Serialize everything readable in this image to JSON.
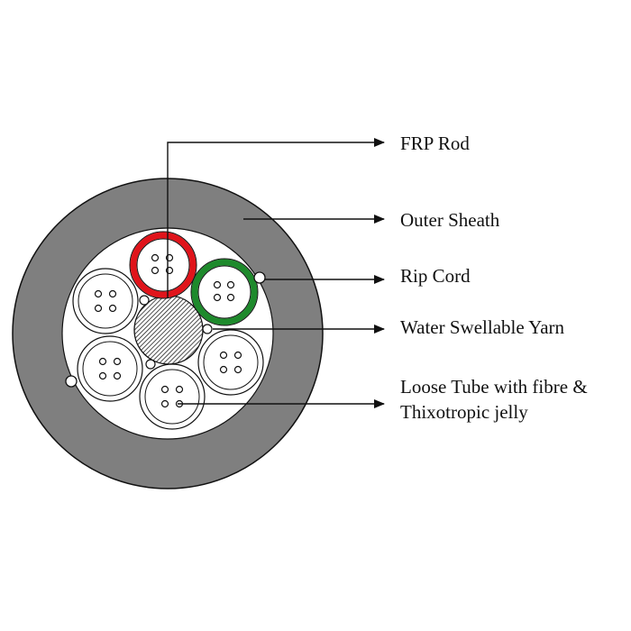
{
  "labels": {
    "frp_rod": "FRP Rod",
    "outer_sheath": "Outer Sheath",
    "rip_cord": "Rip Cord",
    "water_yarn": "Water Swellable Yarn",
    "loose_tube_line1": "Loose Tube with fibre &",
    "loose_tube_line2": "Thixotropic jelly"
  },
  "colors": {
    "sheath": "#7f7f7f",
    "red_tube": "#e0141b",
    "green_tube": "#1e8a2c",
    "outline": "#111111",
    "background": "#ffffff"
  }
}
